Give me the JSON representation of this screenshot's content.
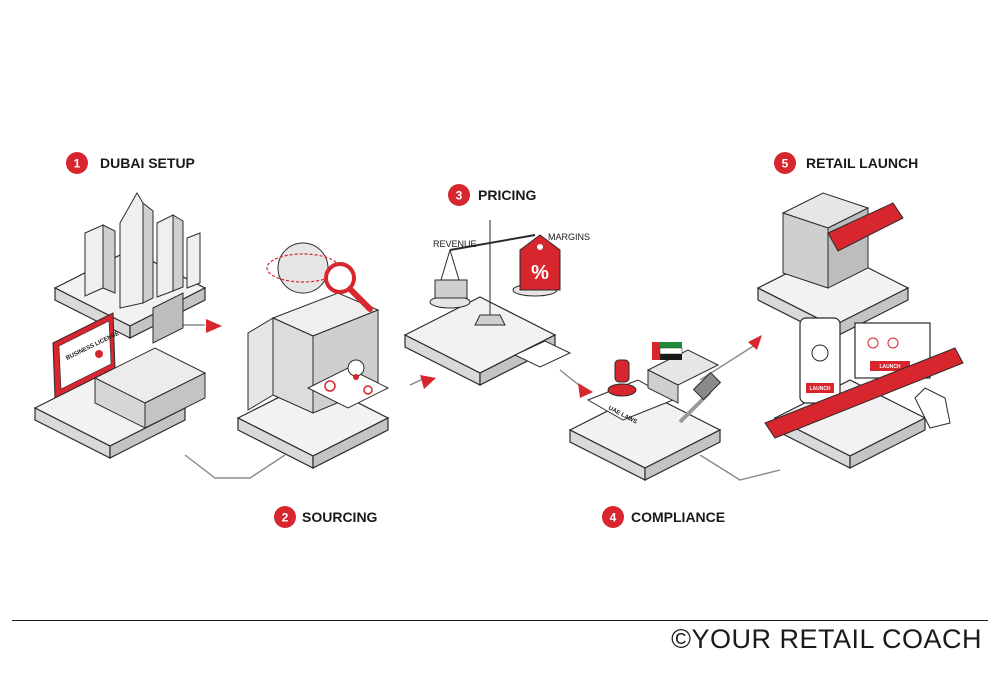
{
  "steps": [
    {
      "number": "1",
      "title": "DUBAI SETUP"
    },
    {
      "number": "2",
      "title": "SOURCING"
    },
    {
      "number": "3",
      "title": "PRICING"
    },
    {
      "number": "4",
      "title": "COMPLIANCE"
    },
    {
      "number": "5",
      "title": "RETAIL LAUNCH"
    }
  ],
  "labels": {
    "revenue": "REVENUE",
    "margins": "MARGINS",
    "percent": "%",
    "uae_laws": "UAE LAWS",
    "business_license": "BUSINESS LICENSE",
    "launch_phone": "LAUNCH",
    "launch_laptop": "LAUNCH"
  },
  "footer": {
    "copyright": "©YOUR RETAIL COACH"
  },
  "colors": {
    "accent": "#d7262d",
    "platform": "#ececec",
    "outline": "#2b2b2b"
  }
}
